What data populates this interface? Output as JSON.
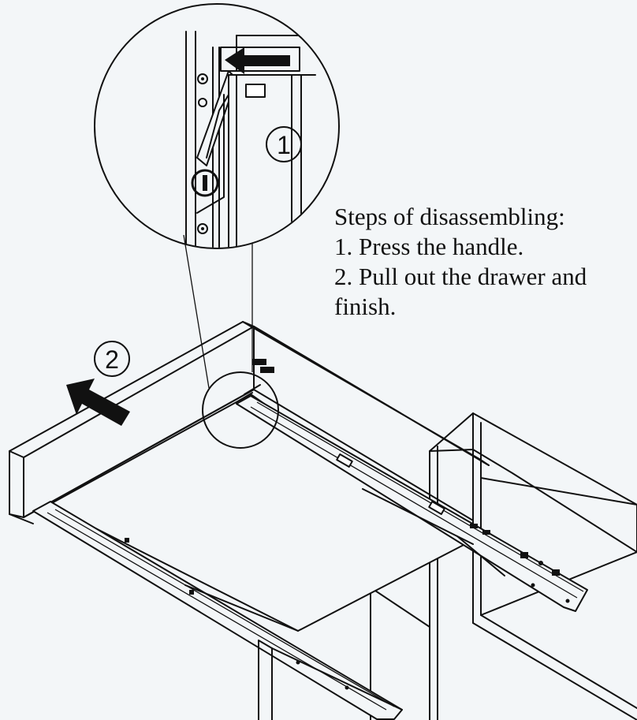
{
  "instructions": {
    "heading": "Steps of disassembling:",
    "steps": [
      "1. Press the handle.",
      "2. Pull out the drawer and",
      "finish."
    ]
  },
  "callouts": {
    "step1": "1",
    "step2": "2"
  },
  "colors": {
    "background": "#f3f6f8",
    "line": "#111111",
    "arrow": "#111111"
  },
  "icons": {
    "press_direction": "arrow-left-icon",
    "pull_direction": "arrow-up-left-icon"
  }
}
